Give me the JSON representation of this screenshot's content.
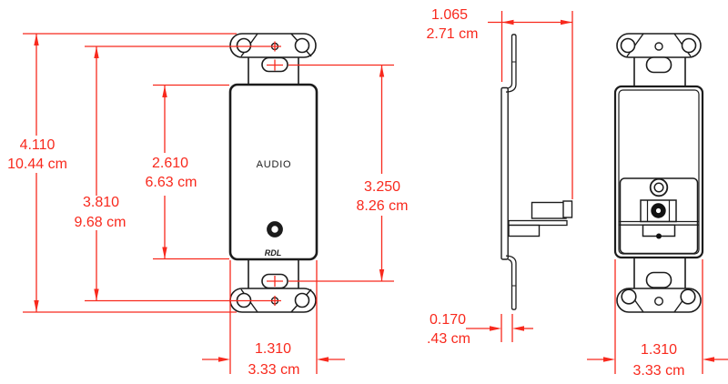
{
  "drawing": {
    "type": "mechanical-dimension-drawing",
    "views": [
      "front",
      "side",
      "rear"
    ],
    "colors": {
      "dimension_red": "#f8291d",
      "line_black": "#1c1c1c",
      "background": "#ffffff"
    }
  },
  "labels": {
    "audio": "AUDIO",
    "brand": "RDL"
  },
  "dims": {
    "overall_height": {
      "in": "4.110",
      "cm": "10.44 cm"
    },
    "screw_spacing": {
      "in": "3.810",
      "cm": "9.68 cm"
    },
    "body_height": {
      "in": "2.610",
      "cm": "6.63 cm"
    },
    "slot_spacing": {
      "in": "3.250",
      "cm": "8.26 cm"
    },
    "front_width": {
      "in": "1.310",
      "cm": "3.33 cm"
    },
    "depth": {
      "in": "1.065",
      "cm": "2.71 cm"
    },
    "offset": {
      "in": "0.170",
      "cm": ".43 cm"
    },
    "rear_width": {
      "in": "1.310",
      "cm": "3.33 cm"
    }
  }
}
